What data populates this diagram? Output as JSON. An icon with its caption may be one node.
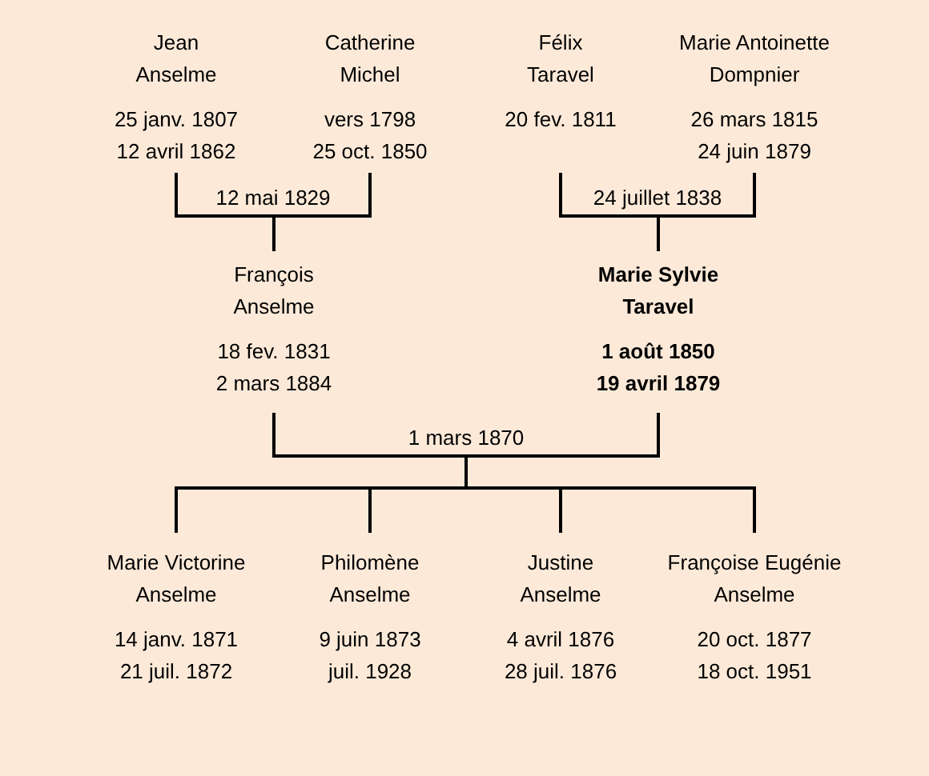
{
  "diagram": {
    "nodes": [
      {
        "text": [
          "Jean",
          "Anselme",
          "25 janv. 1807",
          "12 avril 1862"
        ]
      },
      {
        "text": [
          "Catherine",
          "Michel",
          "vers 1798",
          "25 oct. 1850"
        ]
      },
      {
        "text": [
          "Félix",
          "Taravel",
          "20 fev. 1811"
        ]
      },
      {
        "text": [
          "Marie Antoinette",
          "Dompnier",
          "26 mars 1815",
          "24 juin 1879"
        ]
      },
      {
        "text": [
          "François",
          "Anselme",
          "18 fev. 1831",
          "2 mars 1884"
        ]
      },
      {
        "text": [
          "Marie Sylvie",
          "Taravel",
          "1 août 1850",
          "19 avril 1879"
        ]
      },
      {
        "text": [
          "Marie Victorine",
          "Anselme",
          "14 janv. 1871",
          "21 juil. 1872"
        ]
      },
      {
        "text": [
          "Philomène",
          "Anselme",
          "9 juin 1873",
          "juil. 1928"
        ]
      },
      {
        "text": [
          "Justine",
          "Anselme",
          "4 avril 1876",
          "28 juil. 1876"
        ]
      },
      {
        "text": [
          "Françoise Eugénie",
          "Anselme",
          "20 oct. 1877",
          "18 oct. 1951"
        ]
      }
    ],
    "edges": [
      {
        "from": 0,
        "to": 4,
        "arrow": "none",
        "label": "12 mai 1829"
      },
      {
        "from": 1,
        "to": 4,
        "arrow": "none"
      },
      {
        "from": 2,
        "to": 5,
        "arrow": "none",
        "label": "24 juillet 1838"
      },
      {
        "from": 3,
        "to": 5,
        "arrow": "none"
      },
      {
        "from": 4,
        "to": 6,
        "arrow": "none",
        "label": "1 mars 1870"
      },
      {
        "from": 5,
        "to": 6,
        "arrow": "none"
      },
      {
        "from": 4,
        "to": 7,
        "arrow": "none"
      },
      {
        "from": 5,
        "to": 7,
        "arrow": "none"
      },
      {
        "from": 4,
        "to": 8,
        "arrow": "none"
      },
      {
        "from": 5,
        "to": 8,
        "arrow": "none"
      },
      {
        "from": 4,
        "to": 9,
        "arrow": "none"
      },
      {
        "from": 5,
        "to": 9,
        "arrow": "none"
      }
    ]
  }
}
